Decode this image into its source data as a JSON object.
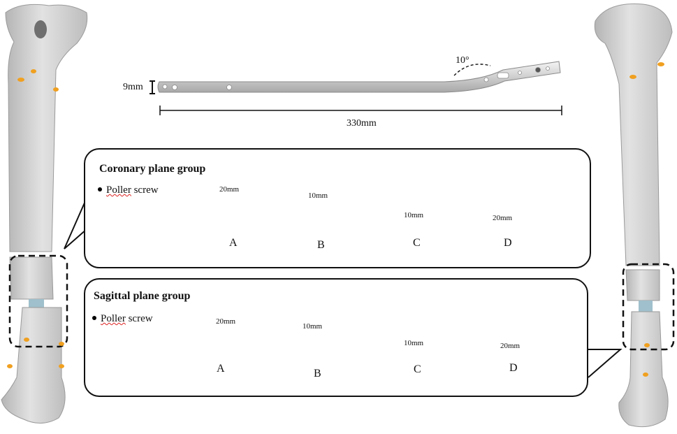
{
  "nail": {
    "diameter_label": "9mm",
    "length_label": "330mm",
    "angle_label": "10°"
  },
  "coronal": {
    "title": "Coronary plane group",
    "bullet": "Poller",
    "bullet_ul": "screw",
    "cases": [
      {
        "letter": "A",
        "distance": "20mm"
      },
      {
        "letter": "B",
        "distance": "10mm"
      },
      {
        "letter": "C",
        "distance": "10mm"
      },
      {
        "letter": "D",
        "distance": "20mm"
      }
    ]
  },
  "sagittal": {
    "title": "Sagittal plane group",
    "bullet": "Poller",
    "bullet_ul": "screw",
    "cases": [
      {
        "letter": "A",
        "distance": "20mm"
      },
      {
        "letter": "B",
        "distance": "10mm"
      },
      {
        "letter": "C",
        "distance": "10mm"
      },
      {
        "letter": "D",
        "distance": "20mm"
      }
    ]
  },
  "colors": {
    "bone": "#c9c9c9",
    "bone_light": "#e4e4e4",
    "rod": "#a9c3cc",
    "marker": "#f0a020",
    "outline": "#111111"
  }
}
